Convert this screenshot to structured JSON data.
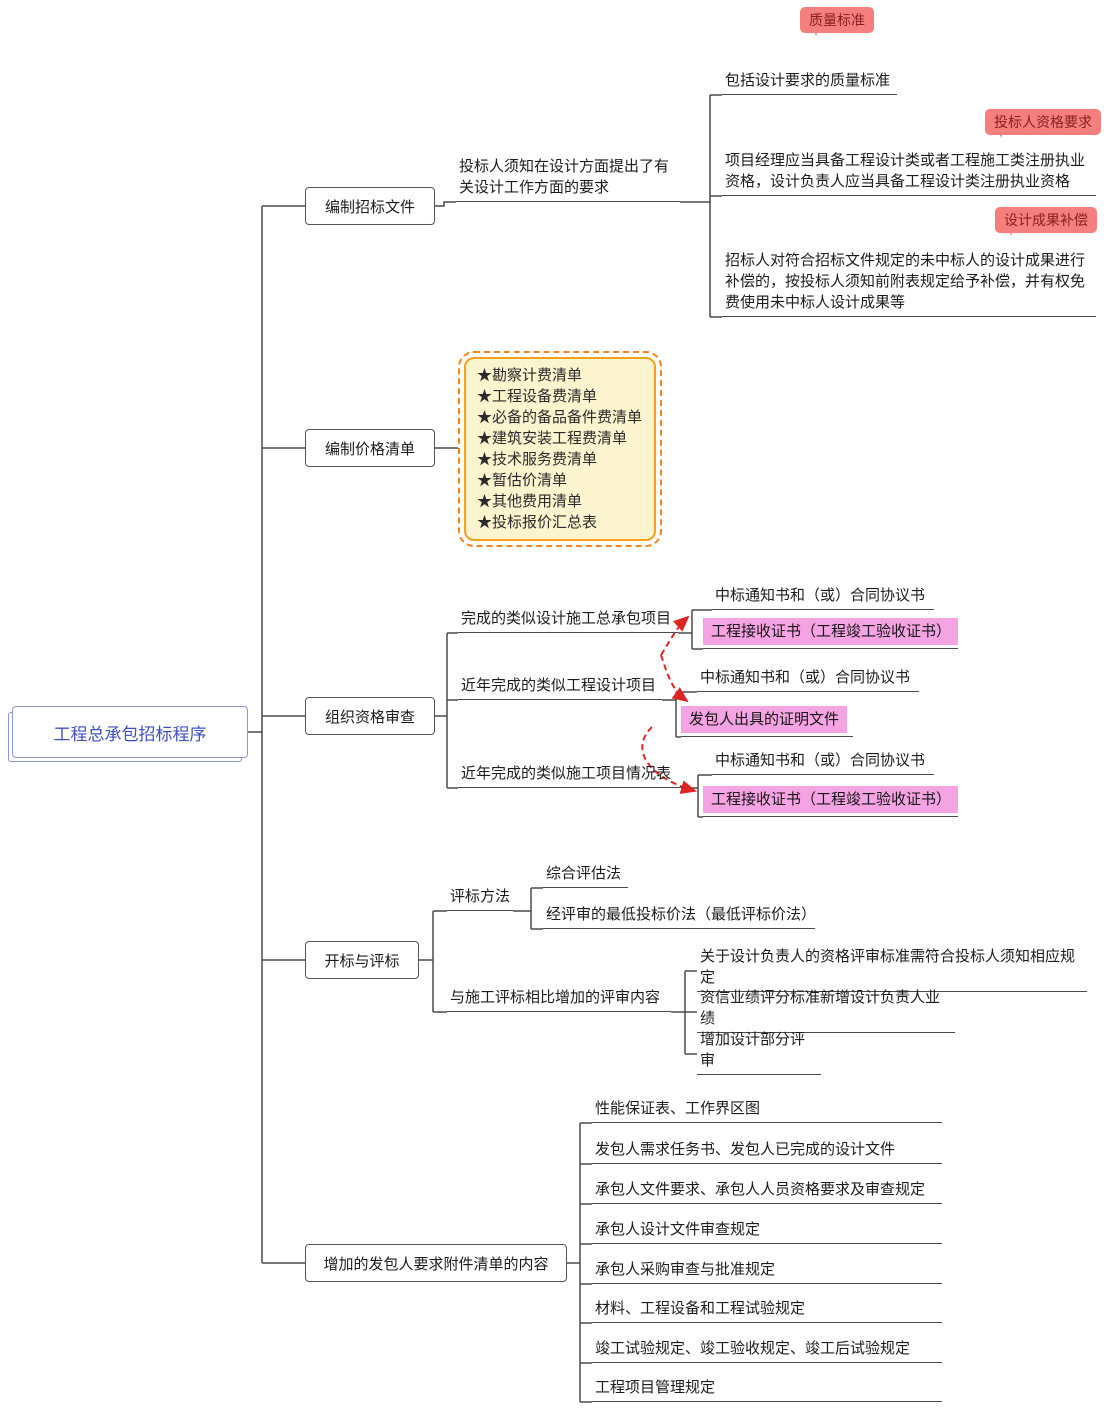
{
  "colors": {
    "root_text": "#3f51c1",
    "line": "#4a4a4a",
    "callout_bg": "#f57e7e",
    "callout_text": "#871f1f",
    "highlight_bg": "#f5a3e3",
    "list_bg": "#fcf3cf",
    "list_border": "#f5841f",
    "arrow": "#e02424"
  },
  "root": {
    "label": "工程总承包招标程序"
  },
  "b1": {
    "label": "编制招标文件",
    "note": "投标人须知在设计方面提出了有关设计工作方面的要求",
    "children": [
      {
        "text": "包括设计要求的质量标准",
        "callout": "质量标准"
      },
      {
        "text": "项目经理应当具备工程设计类或者工程施工类注册执业资格，设计负责人应当具备工程设计类注册执业资格",
        "callout": "投标人资格要求"
      },
      {
        "text": "招标人对符合招标文件规定的未中标人的设计成果进行补偿的，按投标人须知前附表规定给予补偿，并有权免费使用未中标人设计成果等",
        "callout": "设计成果补偿"
      }
    ]
  },
  "b2": {
    "label": "编制价格清单",
    "list": [
      "★勘察计费清单",
      "★工程设备费清单",
      "★必备的备品备件费清单",
      "★建筑安装工程费清单",
      "★技术服务费清单",
      "★暂估价清单",
      "★其他费用清单",
      "★投标报价汇总表"
    ]
  },
  "b3": {
    "label": "组织资格审查",
    "subs": [
      {
        "text": "完成的类似设计施工总承包项目",
        "children": [
          "中标通知书和（或）合同协议书",
          "工程接收证书（工程竣工验收证书）"
        ]
      },
      {
        "text": "近年完成的类似工程设计项目",
        "children": [
          "中标通知书和（或）合同协议书",
          "发包人出具的证明文件"
        ]
      },
      {
        "text": "近年完成的类似施工项目情况表",
        "children": [
          "中标通知书和（或）合同协议书",
          "工程接收证书（工程竣工验收证书）"
        ]
      }
    ]
  },
  "b4": {
    "label": "开标与评标",
    "subs": [
      {
        "text": "评标方法",
        "children": [
          "综合评估法",
          "经评审的最低投标价法（最低评标价法）"
        ]
      },
      {
        "text": "与施工评标相比增加的评审内容",
        "children": [
          "关于设计负责人的资格评审标准需符合投标人须知相应规定",
          "资信业绩评分标准新增设计负责人业绩",
          "增加设计部分评审"
        ]
      }
    ]
  },
  "b5": {
    "label": "增加的发包人要求附件清单的内容",
    "items": [
      "性能保证表、工作界区图",
      "发包人需求任务书、发包人已完成的设计文件",
      "承包人文件要求、承包人人员资格要求及审查规定",
      "承包人设计文件审查规定",
      "承包人采购审查与批准规定",
      "材料、工程设备和工程试验规定",
      "竣工试验规定、竣工验收规定、竣工后试验规定",
      "工程项目管理规定"
    ]
  }
}
